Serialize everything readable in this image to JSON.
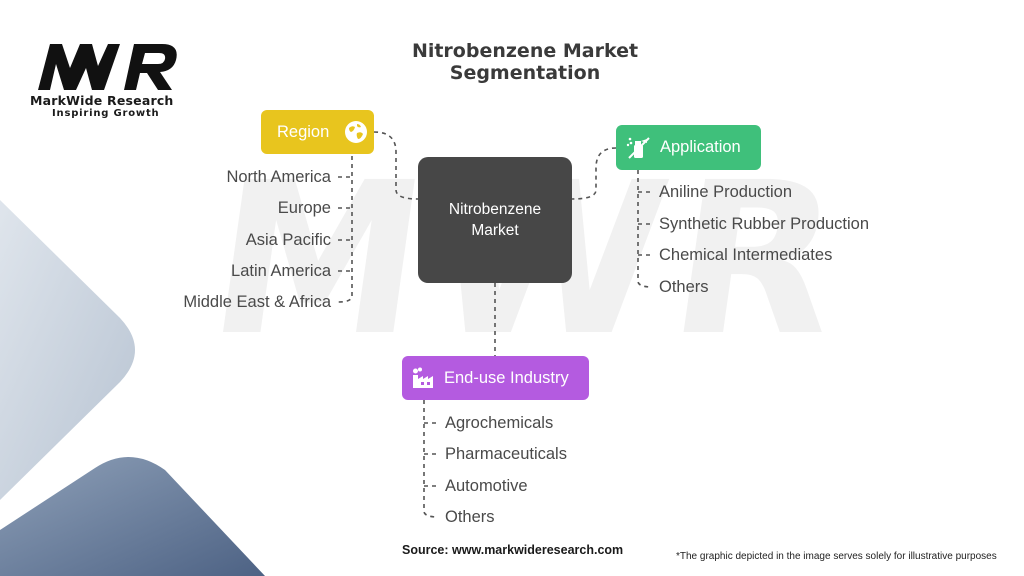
{
  "title": "Nitrobenzene Market Segmentation",
  "logo": {
    "name": "MarkWide Research",
    "tagline": "Inspiring Growth",
    "mark_text": "MWR"
  },
  "center": {
    "label": "Nitrobenzene Market"
  },
  "segments": [
    {
      "label": "Region",
      "color": "#e8c51e",
      "icon": "globe-icon",
      "items": [
        "North America",
        "Europe",
        "Asia Pacific",
        "Latin America",
        "Middle East & Africa"
      ]
    },
    {
      "label": "Application",
      "color": "#3fc07b",
      "icon": "spray-bottle-icon",
      "items": [
        "Aniline Production",
        "Synthetic Rubber Production",
        "Chemical Intermediates",
        "Others"
      ]
    },
    {
      "label": "End-use Industry",
      "color": "#b45be0",
      "icon": "factory-icon",
      "items": [
        "Agrochemicals",
        "Pharmaceuticals",
        "Automotive",
        "Others"
      ]
    }
  ],
  "footer": {
    "source": "Source: www.markwideresearch.com",
    "disclaimer": "*The graphic depicted in the image serves solely for illustrative purposes"
  },
  "colors": {
    "center_box": "#474747",
    "shape_light": "#c9d3df",
    "shape_dark": "#6c7f9c"
  }
}
